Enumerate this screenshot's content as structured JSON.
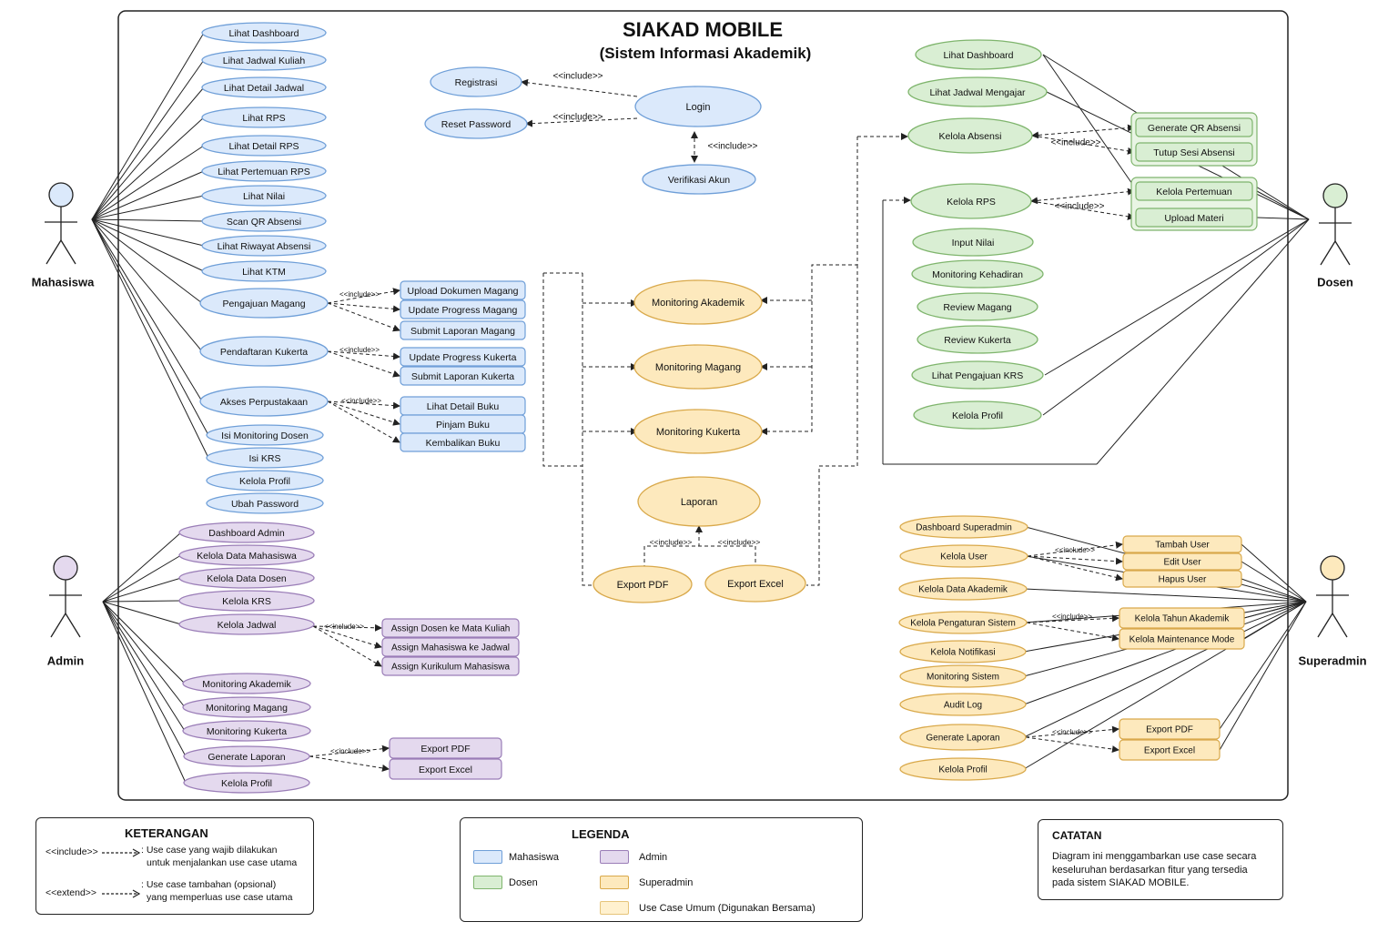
{
  "title": "SIAKAD MOBILE",
  "subtitle": "(Sistem Informasi Akademik)",
  "colors": {
    "mahasiswa": "#dbe9fb",
    "mahasiswa_stroke": "#6f9fd8",
    "dosen": "#d9eed3",
    "dosen_stroke": "#7fb56d",
    "admin": "#e4d9ee",
    "admin_stroke": "#9a7db7",
    "superadmin": "#fde9bd",
    "superadmin_stroke": "#d9a94b",
    "umum": "#fff1cf",
    "umum_stroke": "#d9a94b"
  },
  "actors": {
    "mahasiswa": "Mahasiswa",
    "dosen": "Dosen",
    "admin": "Admin",
    "superadmin": "Superadmin"
  },
  "include_label": "<<include>>",
  "mahasiswa_usecases": [
    "Lihat Dashboard",
    "Lihat Jadwal Kuliah",
    "Lihat Detail Jadwal",
    "Lihat RPS",
    "Lihat Detail RPS",
    "Lihat Pertemuan RPS",
    "Lihat Nilai",
    "Scan QR Absensi",
    "Lihat Riwayat Absensi",
    "Lihat KTM",
    "Pengajuan Magang",
    "Pendaftaran Kukerta",
    "Akses Perpustakaan",
    "Isi Monitoring Dosen",
    "Isi KRS",
    "Kelola Profil",
    "Ubah Password"
  ],
  "mahasiswa_sub": {
    "magang": [
      "Upload Dokumen Magang",
      "Update Progress Magang",
      "Submit Laporan Magang"
    ],
    "kukerta": [
      "Update Progress Kukerta",
      "Submit Laporan Kukerta"
    ],
    "perpustakaan": [
      "Lihat Detail Buku",
      "Pinjam Buku",
      "Kembalikan Buku"
    ]
  },
  "auth": {
    "login": "Login",
    "registrasi": "Registrasi",
    "reset": "Reset Password",
    "verifikasi": "Verifikasi Akun"
  },
  "shared": {
    "monitoring_akademik": "Monitoring Akademik",
    "monitoring_magang": "Monitoring Magang",
    "monitoring_kukerta": "Monitoring Kukerta",
    "laporan": "Laporan",
    "export_pdf": "Export PDF",
    "export_excel": "Export Excel"
  },
  "dosen_usecases": [
    "Lihat Dashboard",
    "Lihat Jadwal Mengajar",
    "Kelola Absensi",
    "Kelola RPS",
    "Input Nilai",
    "Monitoring Kehadiran",
    "Review Magang",
    "Review Kukerta",
    "Lihat Pengajuan KRS",
    "Kelola Profil"
  ],
  "dosen_sub": {
    "absensi": [
      "Generate QR Absensi",
      "Tutup Sesi Absensi"
    ],
    "rps": [
      "Kelola Pertemuan",
      "Upload Materi"
    ]
  },
  "admin_usecases": [
    "Dashboard Admin",
    "Kelola Data Mahasiswa",
    "Kelola Data Dosen",
    "Kelola KRS",
    "Kelola Jadwal",
    "Monitoring Akademik",
    "Monitoring Magang",
    "Monitoring Kukerta",
    "Generate Laporan",
    "Kelola Profil"
  ],
  "admin_sub": {
    "jadwal": [
      "Assign Dosen ke Mata Kuliah",
      "Assign Mahasiswa ke Jadwal",
      "Assign Kurikulum Mahasiswa"
    ],
    "laporan": [
      "Export PDF",
      "Export Excel"
    ]
  },
  "superadmin_usecases": [
    "Dashboard Superadmin",
    "Kelola User",
    "Kelola Data Akademik",
    "Kelola Pengaturan Sistem",
    "Kelola Notifikasi",
    "Monitoring Sistem",
    "Audit Log",
    "Generate Laporan",
    "Kelola Profil"
  ],
  "superadmin_sub": {
    "user": [
      "Tambah User",
      "Edit User",
      "Hapus User"
    ],
    "pengaturan": [
      "Kelola Tahun Akademik",
      "Kelola Maintenance Mode"
    ],
    "laporan": [
      "Export PDF",
      "Export Excel"
    ]
  },
  "keterangan": {
    "title": "KETERANGAN",
    "include_tag": "<<include>>",
    "include_desc_1": ": Use case yang wajib dilakukan",
    "include_desc_2": "untuk menjalankan use case utama",
    "extend_tag": "<<extend>>",
    "extend_desc_1": ": Use case tambahan (opsional)",
    "extend_desc_2": "yang memperluas use case utama"
  },
  "legenda": {
    "title": "LEGENDA",
    "mahasiswa": "Mahasiswa",
    "admin": "Admin",
    "dosen": "Dosen",
    "superadmin": "Superadmin",
    "umum": "Use Case Umum (Digunakan Bersama)"
  },
  "catatan": {
    "title": "CATATAN",
    "line1": "Diagram ini menggambarkan use case secara",
    "line2": "keseluruhan berdasarkan fitur yang tersedia",
    "line3": "pada sistem SIAKAD MOBILE."
  }
}
